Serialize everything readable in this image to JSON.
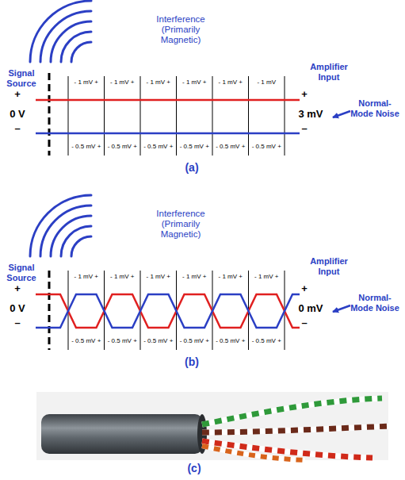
{
  "diagram": {
    "labels": [
      "Interference (Primarily Magnetic)",
      "Signal Source",
      "+",
      "0 V",
      "–",
      "- 1 mV +",
      "- 1 mV +",
      "- 1 mV +",
      "- 1 mV +",
      "- 1 mV +",
      "- 1 mV",
      "- 0.5 mV +",
      "- 0.5 mV +",
      "- 0.5 mV +",
      "- 0.5 mV +",
      "- 0.5 mV +",
      "- 0.5 mV +",
      "Amplifier Input",
      "+",
      "3 mV",
      "–",
      "Normal-Mode Noise",
      "(a)",
      "Interference (Primarily Magnetic)",
      "Signal Source",
      "+",
      "0 V",
      "–",
      "- 1 mV +",
      "- 1 mV +",
      "- 1 mV +",
      "- 1 mV +",
      "- 1 mV +",
      "- 1 mV +",
      "- 0.5 mV +",
      "- 0.5 mV +",
      "- 0.5 mV +",
      "- 0.5 mV +",
      "- 0.5 mV +",
      "- 0.5 mV +",
      "Amplifier Input",
      "+",
      "0 mV",
      "–",
      "Normal-Mode Noise",
      "(b)",
      "(c)"
    ]
  }
}
